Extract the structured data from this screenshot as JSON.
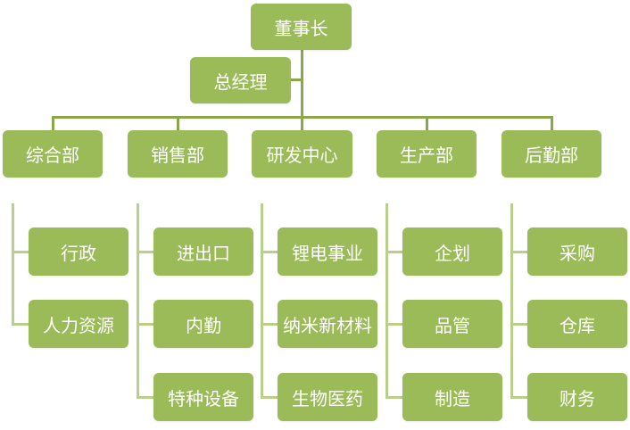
{
  "chairman": "董事长",
  "general_manager": "总经理",
  "departments": [
    {
      "name": "综合部",
      "units": [
        "行政",
        "人力资源"
      ]
    },
    {
      "name": "销售部",
      "units": [
        "进出口",
        "内勤",
        "特种设备"
      ]
    },
    {
      "name": "研发中心",
      "units": [
        "锂电事业",
        "纳米新材料",
        "生物医药"
      ]
    },
    {
      "name": "生产部",
      "units": [
        "企划",
        "品管",
        "制造"
      ]
    },
    {
      "name": "后勤部",
      "units": [
        "采购",
        "仓库",
        "财务"
      ]
    }
  ],
  "colors": {
    "box": "#9bbb59",
    "connector": "#8aa84a",
    "sub_connector": "#b9cf8a",
    "text": "#ffffff"
  }
}
